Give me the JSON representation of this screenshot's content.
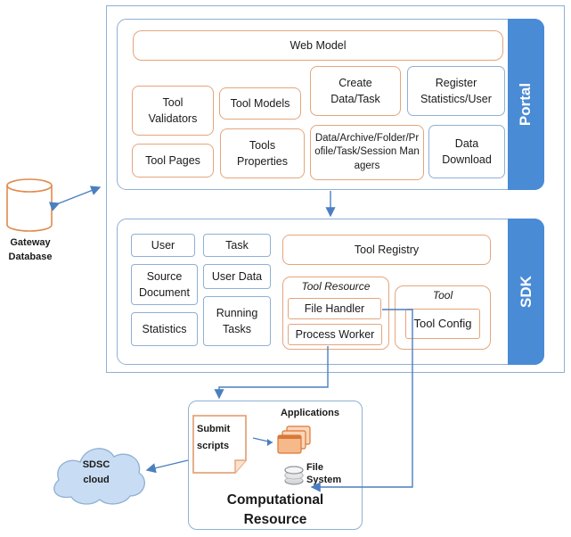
{
  "portal": {
    "label": "Portal",
    "web_model": "Web Model",
    "tool_validators": "Tool Validators",
    "tool_models": "Tool Models",
    "create_data_task": "Create Data/Task",
    "register_stats_user": "Register Statistics/User",
    "tool_pages": "Tool Pages",
    "tools_properties": "Tools Properties",
    "managers": "Data/Archive/Folder/Profile/Task/Session Managers",
    "data_download": "Data Download"
  },
  "sdk": {
    "label": "SDK",
    "user": "User",
    "task": "Task",
    "tool_registry": "Tool Registry",
    "source_document": "Source Document",
    "user_data": "User Data",
    "statistics": "Statistics",
    "running_tasks": "Running Tasks",
    "tool_resource": "Tool Resource",
    "file_handler": "File Handler",
    "process_worker": "Process Worker",
    "tool": "Tool",
    "tool_config": "Tool Config"
  },
  "gateway_database": "Gateway Database",
  "sdsc_cloud": "SDSC cloud",
  "computational": {
    "title": "Computational Resource",
    "submit_scripts": "Submit scripts",
    "applications": "Applications",
    "file_system": "File System"
  },
  "colors": {
    "arrow": "#4a7fc0",
    "bar": "#4a8bd6",
    "orange_border": "#e4a57c",
    "blue_border": "#8fb0d4",
    "cloud_fill": "#c8dcf3",
    "db_border": "#e08a4c"
  }
}
